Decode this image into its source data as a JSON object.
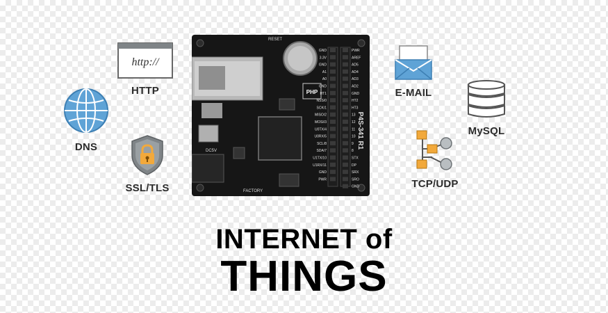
{
  "labels": {
    "http": "HTTP",
    "http_url": "http://",
    "dns": "DNS",
    "ssl": "SSL/TLS",
    "email": "E-MAIL",
    "mysql": "MySQL",
    "tcp": "TCP/UDP"
  },
  "title": {
    "line1": "INTERNET of",
    "line2": "THINGS"
  },
  "board": {
    "model": "P4S-341 R1",
    "reset": "RESET",
    "factory": "FACTORY",
    "power": "DC5V",
    "php": "PHP",
    "pins_left": [
      "GND",
      "3.3V",
      "GND",
      "A1",
      "A0",
      "GND",
      "HT1",
      "NSS/0",
      "SCK/1",
      "MISO/2",
      "MOSI/3",
      "U0TX/4",
      "U0RX/5",
      "SCL/8",
      "SDA/7",
      "U1TX/10",
      "U1RX/11",
      "GND",
      "PWR"
    ],
    "pins_right": [
      "PWR",
      "AREF",
      "AD5",
      "AD4",
      "AD3",
      "AD2",
      "GND",
      "HT2",
      "HT3",
      "13",
      "12",
      "11",
      "10",
      "9",
      "8",
      "STX",
      "DP",
      "SRX",
      "SRO",
      "GND"
    ]
  },
  "colors": {
    "icon_blue": "#5fa3d6",
    "icon_grey": "#7f8487",
    "icon_orange": "#f2a93b",
    "text_dark": "#2b2b2b",
    "board": "#161616"
  },
  "icons": [
    "browser-icon",
    "globe-icon",
    "lock-shield-icon",
    "envelope-icon",
    "database-icon",
    "network-tree-icon"
  ]
}
